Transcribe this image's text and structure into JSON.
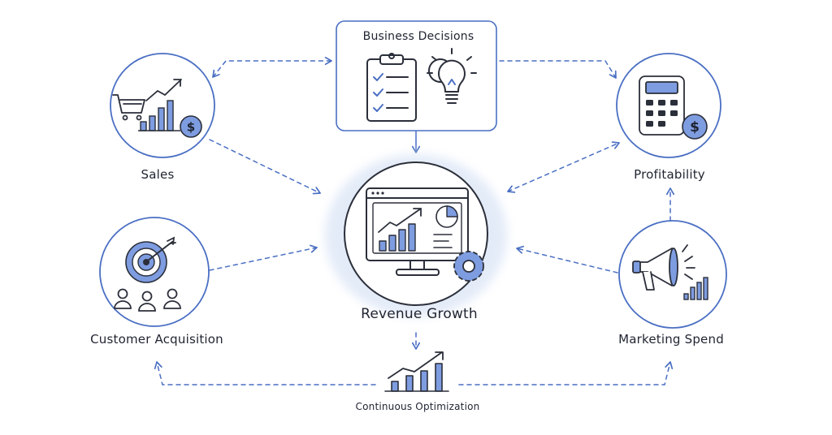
{
  "diagram": {
    "top_card_title": "Business Decisions",
    "center_label": "Revenue Growth",
    "sales_label": "Sales",
    "profitability_label": "Profitability",
    "customer_acquisition_label": "Customer Acquisition",
    "marketing_spend_label": "Marketing Spend",
    "optimization_label": "Continuous Optimization"
  },
  "colors": {
    "accent": "#4a6fc3",
    "accent_fill": "#7e9ce0",
    "ink": "#2b2f3a",
    "halo": "#dfe8f7"
  },
  "icons": [
    "shopping-cart-icon",
    "clipboard-checklist-icon",
    "lightbulb-icon",
    "calculator-icon",
    "dollar-coin-icon",
    "target-icon",
    "people-icon",
    "monitor-dashboard-icon",
    "gear-icon",
    "megaphone-icon",
    "bar-chart-icon"
  ]
}
